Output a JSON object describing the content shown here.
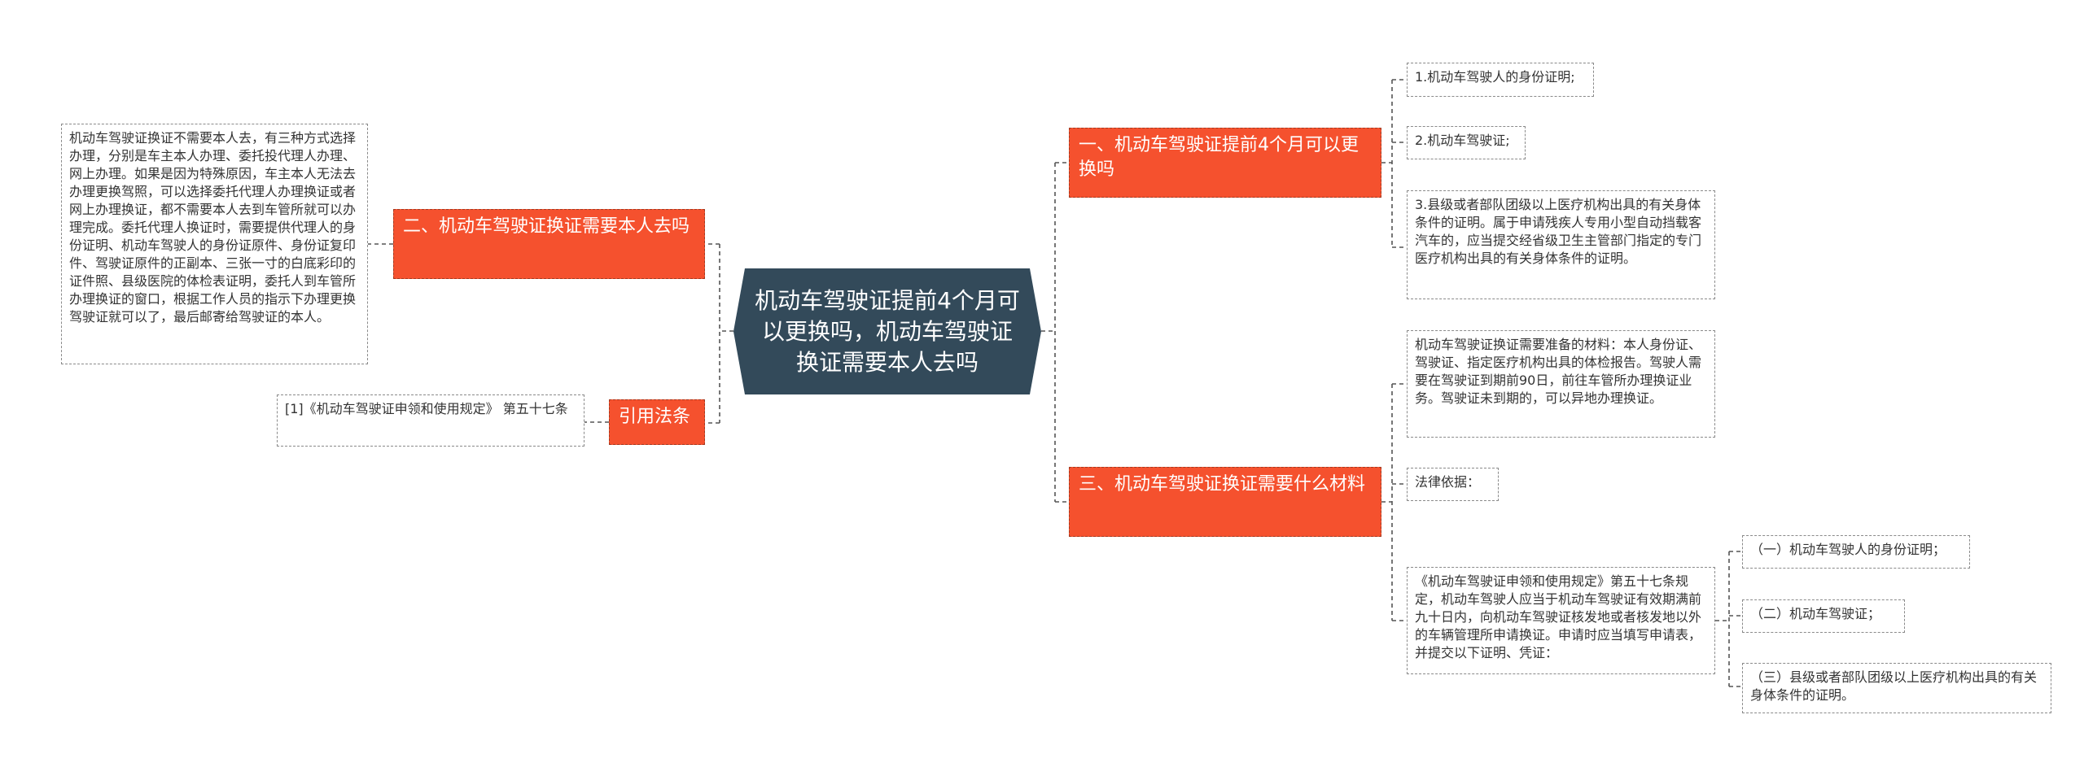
{
  "root": {
    "title": "机动车驾驶证提前4个月可以更换吗，机动车驾驶证换证需要本人去吗"
  },
  "branch_1": {
    "label": "一、机动车驾驶证提前4个月可以更换吗",
    "items": [
      "1.机动车驾驶人的身份证明;",
      "2.机动车驾驶证;",
      "3.县级或者部队团级以上医疗机构出具的有关身体条件的证明。属于申请残疾人专用小型自动挡载客汽车的，应当提交经省级卫生主管部门指定的专门医疗机构出具的有关身体条件的证明。"
    ]
  },
  "branch_2": {
    "label": "二、机动车驾驶证换证需要本人去吗",
    "text": "机动车驾驶证换证不需要本人去，有三种方式选择办理，分别是车主本人办理、委托投代理人办理、网上办理。如果是因为特殊原因，车主本人无法去办理更换驾照，可以选择委托代理人办理换证或者网上办理换证，都不需要本人去到车管所就可以办理完成。委托代理人换证时，需要提供代理人的身份证明、机动车驾驶人的身份证原件、身份证复印件、驾驶证原件的正副本、三张一寸的白底彩印的证件照、县级医院的体检表证明，委托人到车管所办理换证的窗口，根据工作人员的指示下办理更换驾驶证就可以了，最后邮寄给驾驶证的本人。"
  },
  "branch_3": {
    "label": "三、机动车驾驶证换证需要什么材料",
    "materials": "机动车驾驶证换证需要准备的材料：本人身份证、驾驶证、指定医疗机构出具的体检报告。驾驶人需要在驾驶证到期前90日，前往车管所办理换证业务。驾驶证未到期的，可以异地办理换证。",
    "legal_basis": "法律依据：",
    "regulation": "《机动车驾驶证申领和使用规定》第五十七条规定，机动车驾驶人应当于机动车驾驶证有效期满前九十日内，向机动车驾驶证核发地或者核发地以外的车辆管理所申请换证。申请时应当填写申请表，并提交以下证明、凭证：",
    "sub_items": [
      "（一）机动车驾驶人的身份证明；",
      "（二）机动车驾驶证；",
      "（三）县级或者部队团级以上医疗机构出具的有关身体条件的证明。"
    ]
  },
  "citation": {
    "label": "引用法条",
    "text": "[1]《机动车驾驶证申领和使用规定》 第五十七条"
  },
  "colors": {
    "root_fill": "#334a5a",
    "branch_fill": "#f5512e",
    "leaf_border": "#8a8a8a",
    "connector": "#555555"
  }
}
